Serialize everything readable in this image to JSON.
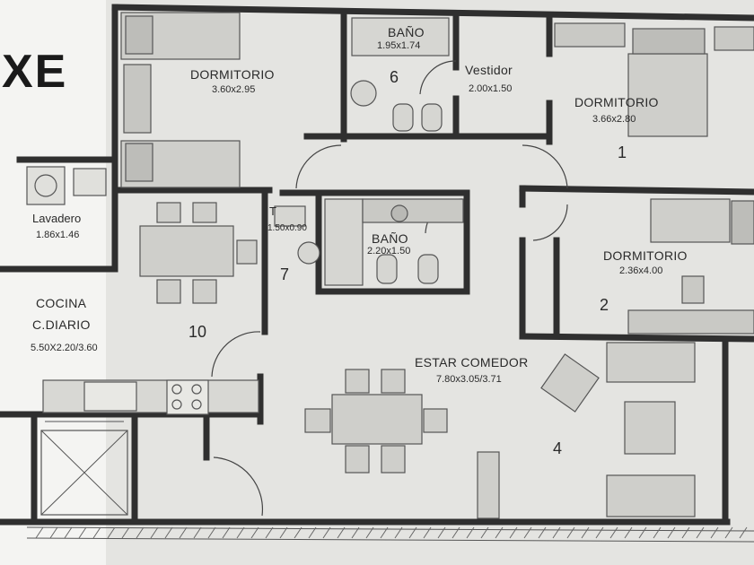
{
  "title_fragment": "XE",
  "rooms": {
    "dormitorio_a": {
      "name": "DORMITORIO",
      "dims": "3.60x2.95"
    },
    "bano_1": {
      "name": "BAÑO",
      "dims": "1.95x1.74",
      "number": "6"
    },
    "vestidor": {
      "name": "Vestidor",
      "dims": "2.00x1.50"
    },
    "dormitorio_1": {
      "name": "DORMITORIO",
      "dims": "3.66x2.80",
      "number": "1"
    },
    "lavadero": {
      "name": "Lavadero",
      "dims": "1.86x1.46"
    },
    "toilette": {
      "name": "T",
      "dims": "1.50x0.90",
      "number": "7"
    },
    "bano_2": {
      "name": "BAÑO",
      "dims": "2.20x1.50"
    },
    "dormitorio_2": {
      "name": "DORMITORIO",
      "dims": "2.36x4.00",
      "number": "2"
    },
    "cocina": {
      "name_line1": "COCINA",
      "name_line2": "C.DIARIO",
      "dims": "5.50X2.20/3.60",
      "number": "10"
    },
    "estar": {
      "name": "ESTAR COMEDOR",
      "dims": "7.80x3.05/3.71",
      "number": "4"
    }
  }
}
